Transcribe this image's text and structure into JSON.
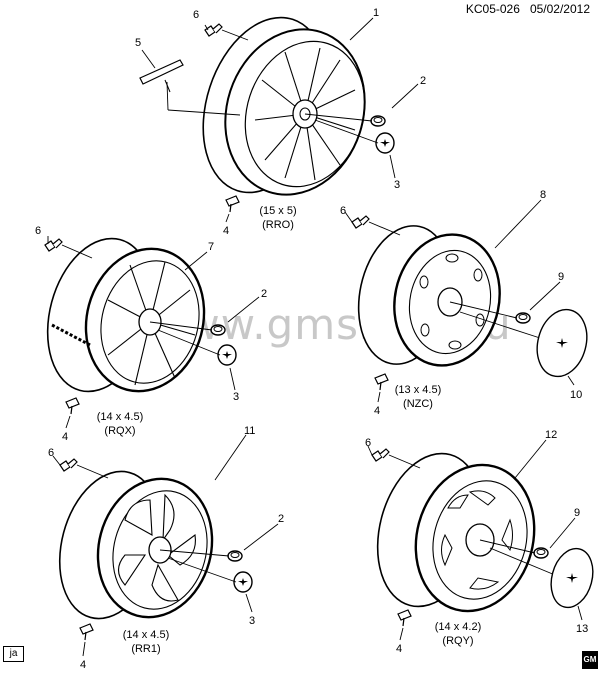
{
  "header": {
    "code": "KC05-026",
    "date": "05/02/2012"
  },
  "watermark": "www.gmsklad.ru",
  "corner_tag": "ja",
  "brand_badge": "GM",
  "wheels": [
    {
      "size": "(15 x 5)",
      "code": "(RRO)"
    },
    {
      "size": "(14 x 4.5)",
      "code": "(RQX)"
    },
    {
      "size": "(13 x 4.5)",
      "code": "(NZC)"
    },
    {
      "size": "(14 x 4.5)",
      "code": "(RR1)"
    },
    {
      "size": "(14 x 4.2)",
      "code": "(RQY)"
    }
  ],
  "callouts": [
    "1",
    "2",
    "3",
    "4",
    "5",
    "6",
    "6",
    "2",
    "3",
    "4",
    "7",
    "6",
    "8",
    "9",
    "4",
    "10",
    "6",
    "11",
    "2",
    "3",
    "4",
    "6",
    "12",
    "9",
    "4",
    "13"
  ]
}
